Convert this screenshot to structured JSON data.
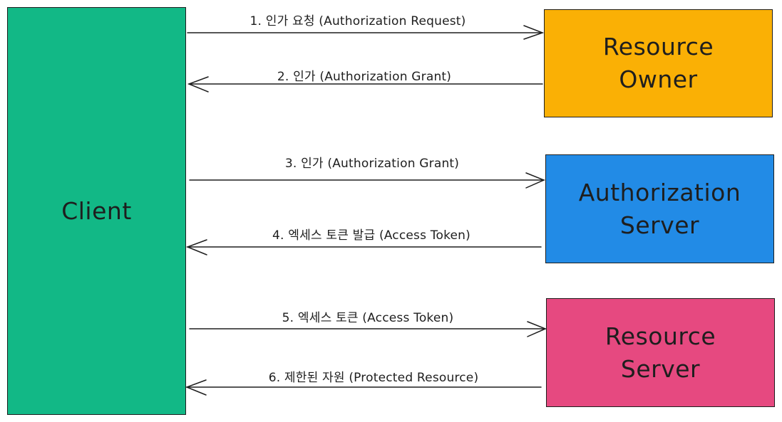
{
  "nodes": {
    "client": {
      "label": "Client",
      "color": "#12b886"
    },
    "resource_owner": {
      "label": "Resource\nOwner",
      "color": "#fab005"
    },
    "authorization_server": {
      "label": "Authorization\nServer",
      "color": "#228be6"
    },
    "resource_server": {
      "label": "Resource\nServer",
      "color": "#e64980"
    }
  },
  "edges": [
    {
      "label": "1. 인가 요청 (Authorization Request)",
      "from": "client",
      "to": "resource_owner"
    },
    {
      "label": "2. 인가 (Authorization Grant)",
      "from": "resource_owner",
      "to": "client"
    },
    {
      "label": "3. 인가 (Authorization Grant)",
      "from": "client",
      "to": "authorization_server"
    },
    {
      "label": "4. 엑세스 토큰 발급 (Access Token)",
      "from": "authorization_server",
      "to": "client"
    },
    {
      "label": "5. 엑세스 토큰 (Access Token)",
      "from": "client",
      "to": "resource_server"
    },
    {
      "label": "6. 제한된 자원 (Protected Resource)",
      "from": "resource_server",
      "to": "client"
    }
  ]
}
